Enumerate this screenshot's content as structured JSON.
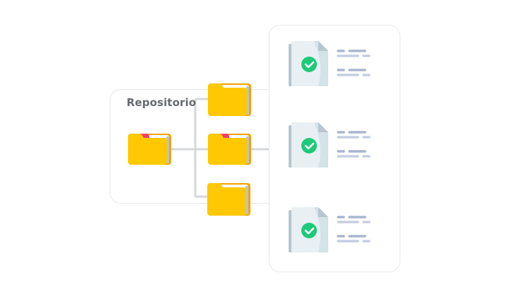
{
  "diagram": {
    "repository_label": "Repositorio",
    "nodes": {
      "root_folder": {
        "icon": "folder-icon",
        "tagged": true
      },
      "child_folders": [
        {
          "icon": "folder-icon",
          "tagged": false
        },
        {
          "icon": "folder-icon",
          "tagged": true
        },
        {
          "icon": "folder-icon",
          "tagged": false
        }
      ],
      "documents": [
        {
          "icon": "document-check-icon",
          "status": "verified"
        },
        {
          "icon": "document-check-icon",
          "status": "verified"
        },
        {
          "icon": "document-check-icon",
          "status": "verified"
        }
      ]
    },
    "colors": {
      "folder": "#ffc800",
      "folder_edge": "#f5a300",
      "tag": "#f53b6b",
      "check": "#1ec97a",
      "doc_back": "#b7c6cf",
      "doc_front": "#e8f0f3",
      "text_lines_dark": "#a9b6cf",
      "text_lines_light": "#c5cfe0",
      "connector": "#d5d7da",
      "border": "#e6e8eb",
      "label": "#666a70"
    }
  }
}
